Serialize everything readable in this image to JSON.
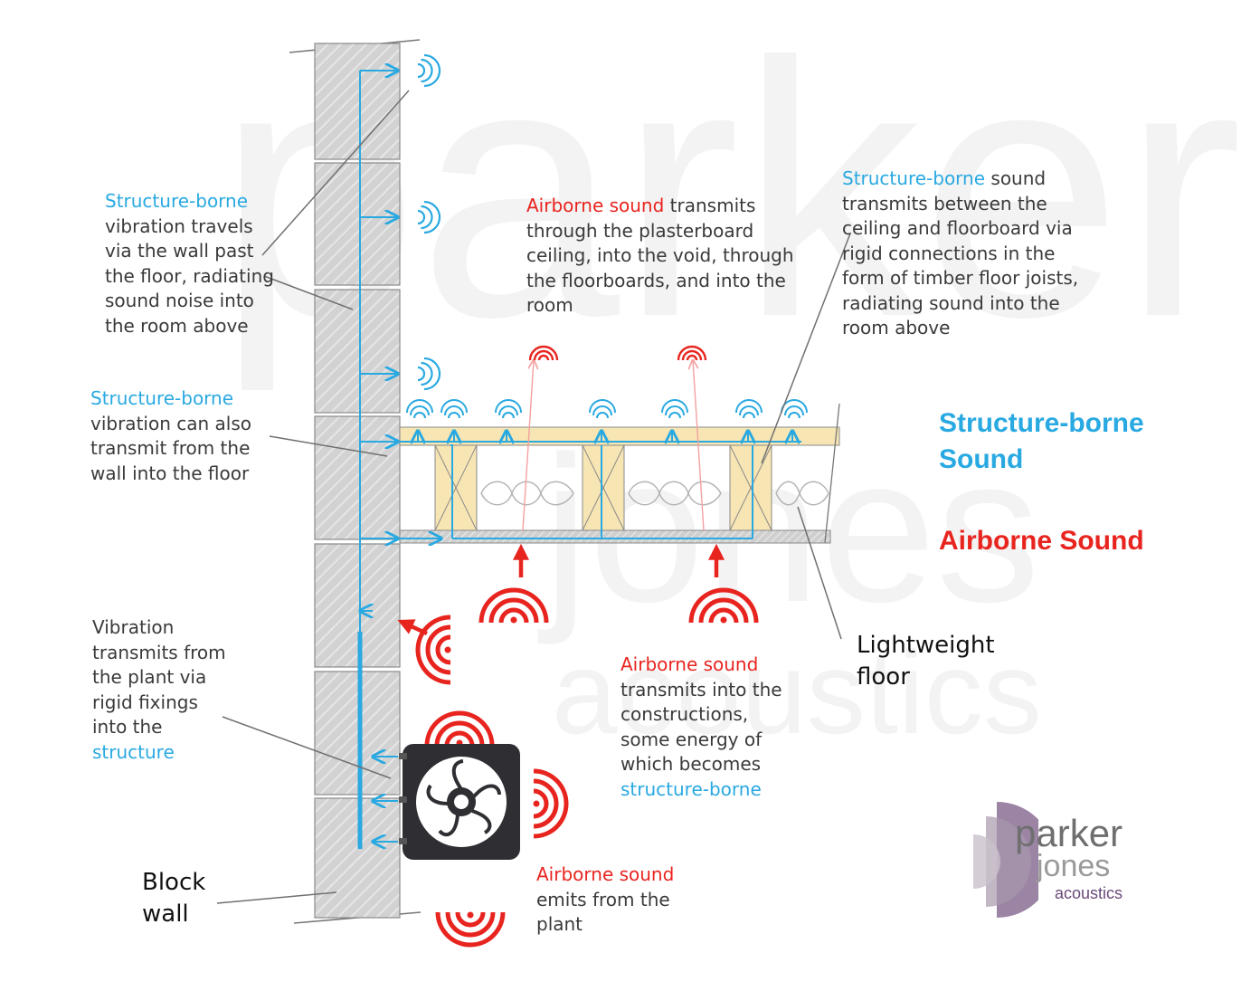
{
  "watermark": {
    "line1": "parker",
    "line2": "jones",
    "line3": "acoustics"
  },
  "labels": {
    "lightweight_floor": [
      "Lightweight",
      "floor"
    ],
    "block_wall": [
      "Block",
      "wall"
    ]
  },
  "notes": {
    "wall_structure": {
      "highlight": "Structure-borne",
      "lines": [
        "vibration travels",
        "via the wall past",
        "the floor, radiating",
        "sound noise into",
        "the room above"
      ]
    },
    "wall_to_floor": {
      "highlight": "Structure-borne",
      "lines": [
        "vibration can also",
        "transmit from the",
        "wall into the floor"
      ]
    },
    "plant_vibration": {
      "lines": [
        "Vibration",
        "transmits from",
        "the plant via",
        "rigid fixings",
        "into the"
      ],
      "highlight_end": "structure"
    },
    "airborne_ceiling": {
      "highlight": "Airborne sound",
      "first_rest": " transmits",
      "lines": [
        "through the plasterboard",
        "ceiling, into the void, through",
        "the floorboards, and into the",
        "room"
      ]
    },
    "joists": {
      "highlight": "Structure-borne",
      "first_rest": " sound",
      "lines": [
        "transmits between the",
        "ceiling and floorboard via",
        "rigid connections in the",
        "form of timber floor joists,",
        "radiating sound into the",
        "room above"
      ]
    },
    "airborne_constructions": {
      "highlight": "Airborne sound",
      "lines": [
        "transmits into the",
        "constructions,",
        "some energy of",
        "which becomes"
      ],
      "highlight_end": "structure-borne"
    },
    "airborne_plant": {
      "highlight": "Airborne sound",
      "lines": [
        "emits from the",
        "plant"
      ]
    }
  },
  "legend": {
    "structure_borne": [
      "Structure-borne",
      "Sound"
    ],
    "airborne": "Airborne Sound"
  },
  "logo": {
    "line1": "parker",
    "line2": "jones",
    "line3": "acoustics"
  },
  "colors": {
    "structure_borne": "#29a9e1",
    "airborne": "#e8241f",
    "timber": "#f7e5b4"
  }
}
